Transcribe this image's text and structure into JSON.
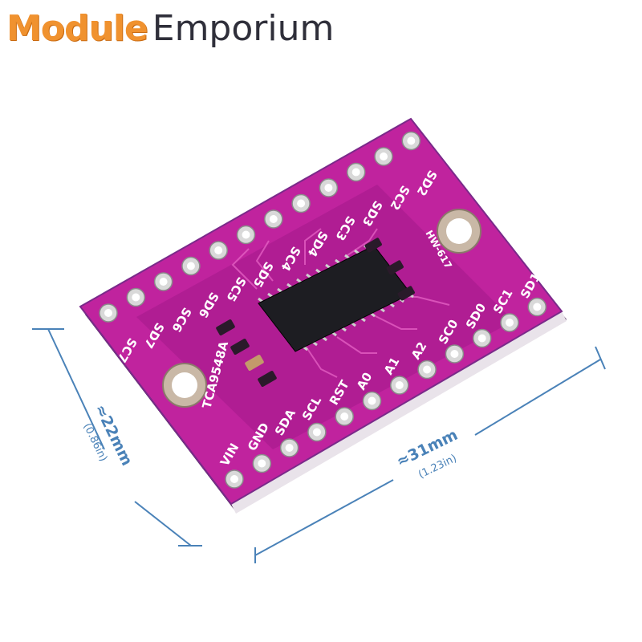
{
  "brand": {
    "part1": "Module",
    "part2": "Emporium"
  },
  "dimensions": {
    "width_main": "≈22mm",
    "width_sub": "(0.86in)",
    "length_main": "≈31mm",
    "length_sub": "(1.23in)"
  },
  "board": {
    "chip_name": "TCA9548A",
    "model": "HW-617",
    "pins_top": [
      "SC7",
      "SD7",
      "SC6",
      "SD6",
      "SC5",
      "SD5",
      "SC4",
      "SD4",
      "SC3",
      "SD3",
      "SC2",
      "SD2"
    ],
    "pins_bottom": [
      "VIN",
      "GND",
      "SDA",
      "SCL",
      "RST",
      "A0",
      "A1",
      "A2",
      "SC0",
      "SD0",
      "SC1",
      "SD1"
    ],
    "colors": {
      "pcb": "#c0239e",
      "pcb_dark": "#5b1a66",
      "pcb_edge": "#7a2a8a",
      "silk": "#ffffff",
      "dimension": "#4a82b8"
    }
  }
}
